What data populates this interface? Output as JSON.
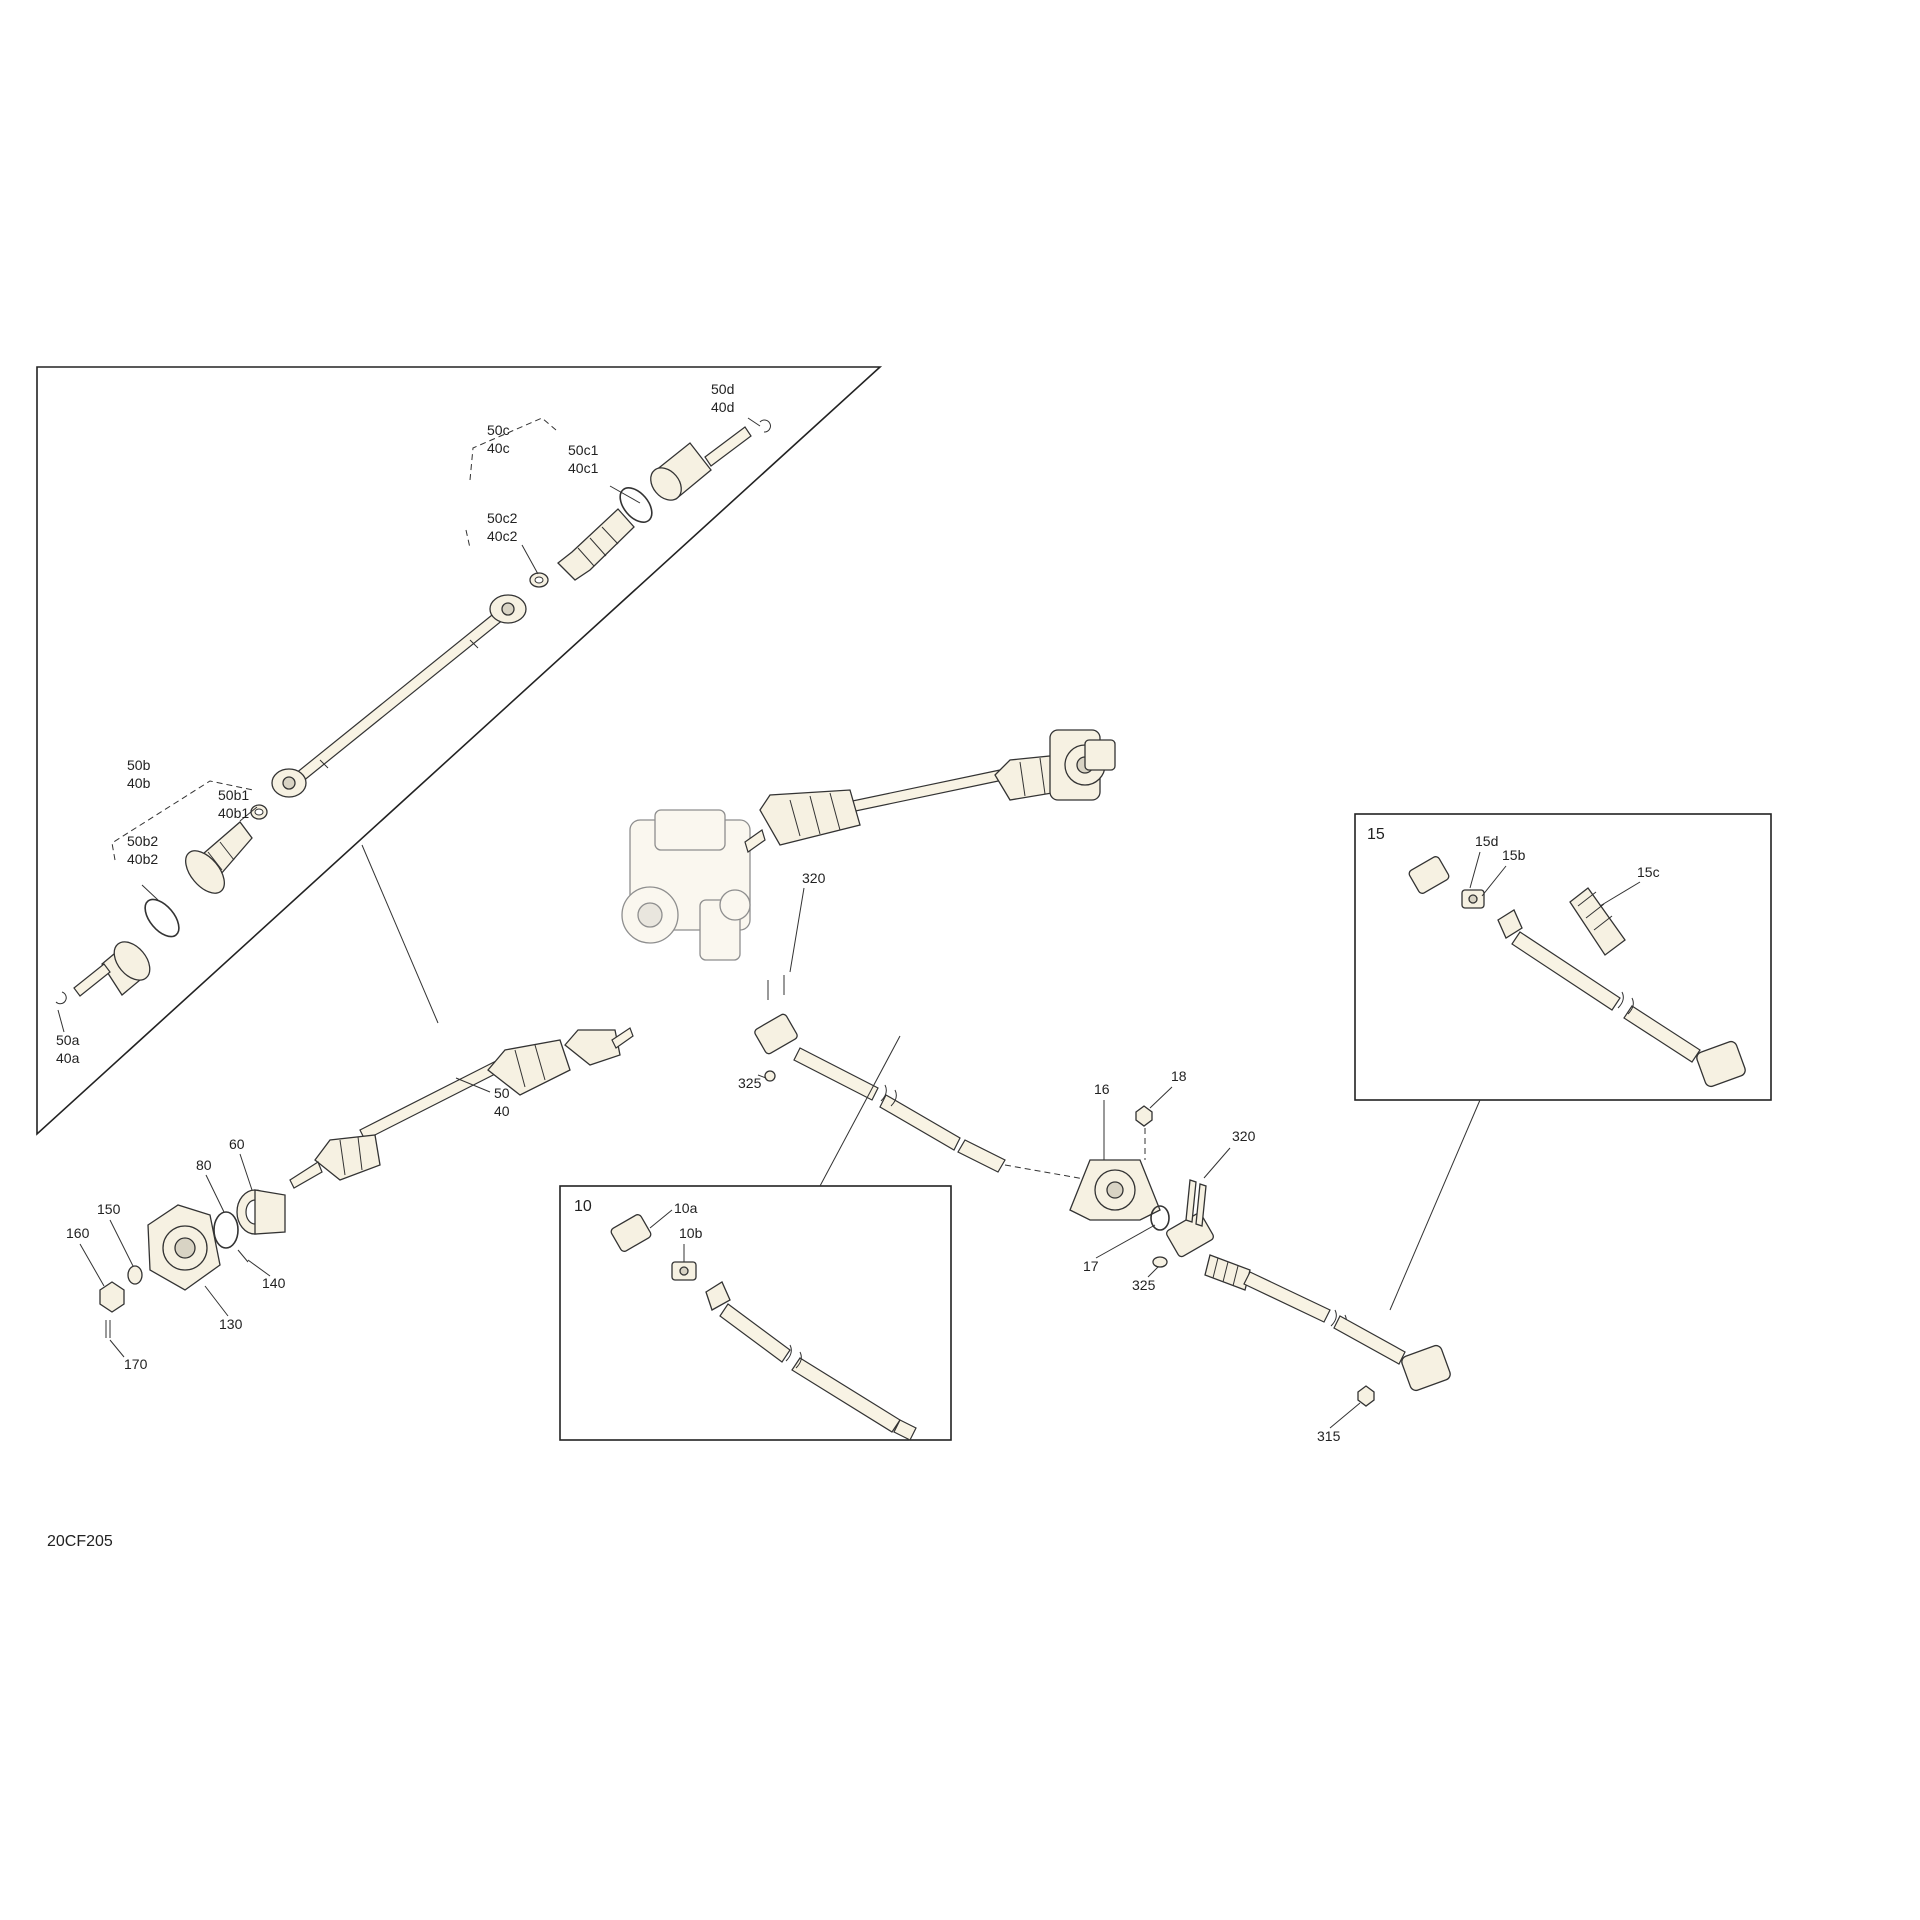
{
  "drawing_code": "20CF205",
  "callouts": {
    "c50d": "50d",
    "c40d": "40d",
    "c50c": "50c",
    "c40c": "40c",
    "c50c1": "50c1",
    "c40c1": "40c1",
    "c50c2": "50c2",
    "c40c2": "40c2",
    "c50b": "50b",
    "c40b": "40b",
    "c50b1": "50b1",
    "c40b1": "40b1",
    "c50b2": "50b2",
    "c40b2": "40b2",
    "c50a": "50a",
    "c40a": "40a",
    "c50": "50",
    "c40": "40",
    "c60": "60",
    "c80": "80",
    "c150": "150",
    "c160": "160",
    "c140": "140",
    "c130": "130",
    "c170": "170",
    "c320a": "320",
    "c325a": "325",
    "c16": "16",
    "c18": "18",
    "c17": "17",
    "c320b": "320",
    "c325b": "325",
    "c315": "315",
    "c10": "10",
    "c10a": "10a",
    "c10b": "10b",
    "c15": "15",
    "c15d": "15d",
    "c15b": "15b",
    "c15c": "15c"
  }
}
